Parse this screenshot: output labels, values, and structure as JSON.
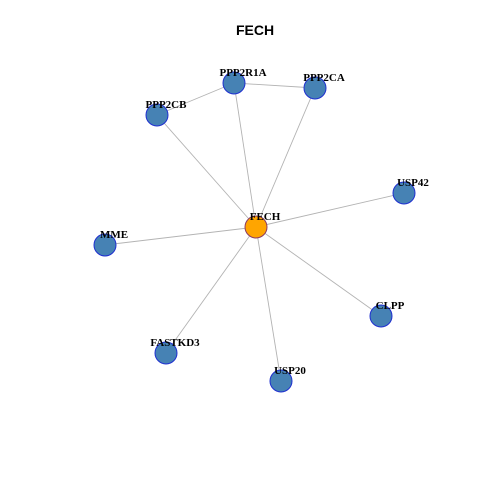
{
  "title": "FECH",
  "colors": {
    "hub_fill": "#ffa500",
    "hub_stroke": "#8b3a62",
    "node_fill": "#4682b4",
    "node_stroke": "#1f2fd0",
    "edge": "#b3b3b3"
  },
  "network": {
    "nodes": [
      {
        "id": "FECH",
        "label": "FECH",
        "hub": true
      },
      {
        "id": "PPP2R1A",
        "label": "PPP2R1A"
      },
      {
        "id": "PPP2CA",
        "label": "PPP2CA"
      },
      {
        "id": "PPP2CB",
        "label": "PPP2CB"
      },
      {
        "id": "USP42",
        "label": "USP42"
      },
      {
        "id": "MME",
        "label": "MME"
      },
      {
        "id": "CLPP",
        "label": "CLPP"
      },
      {
        "id": "FASTKD3",
        "label": "FASTKD3"
      },
      {
        "id": "USP20",
        "label": "USP20"
      }
    ],
    "edges": [
      [
        "FECH",
        "PPP2R1A"
      ],
      [
        "FECH",
        "PPP2CA"
      ],
      [
        "FECH",
        "PPP2CB"
      ],
      [
        "FECH",
        "USP42"
      ],
      [
        "FECH",
        "MME"
      ],
      [
        "FECH",
        "CLPP"
      ],
      [
        "FECH",
        "FASTKD3"
      ],
      [
        "FECH",
        "USP20"
      ],
      [
        "PPP2R1A",
        "PPP2CA"
      ],
      [
        "PPP2R1A",
        "PPP2CB"
      ]
    ]
  }
}
